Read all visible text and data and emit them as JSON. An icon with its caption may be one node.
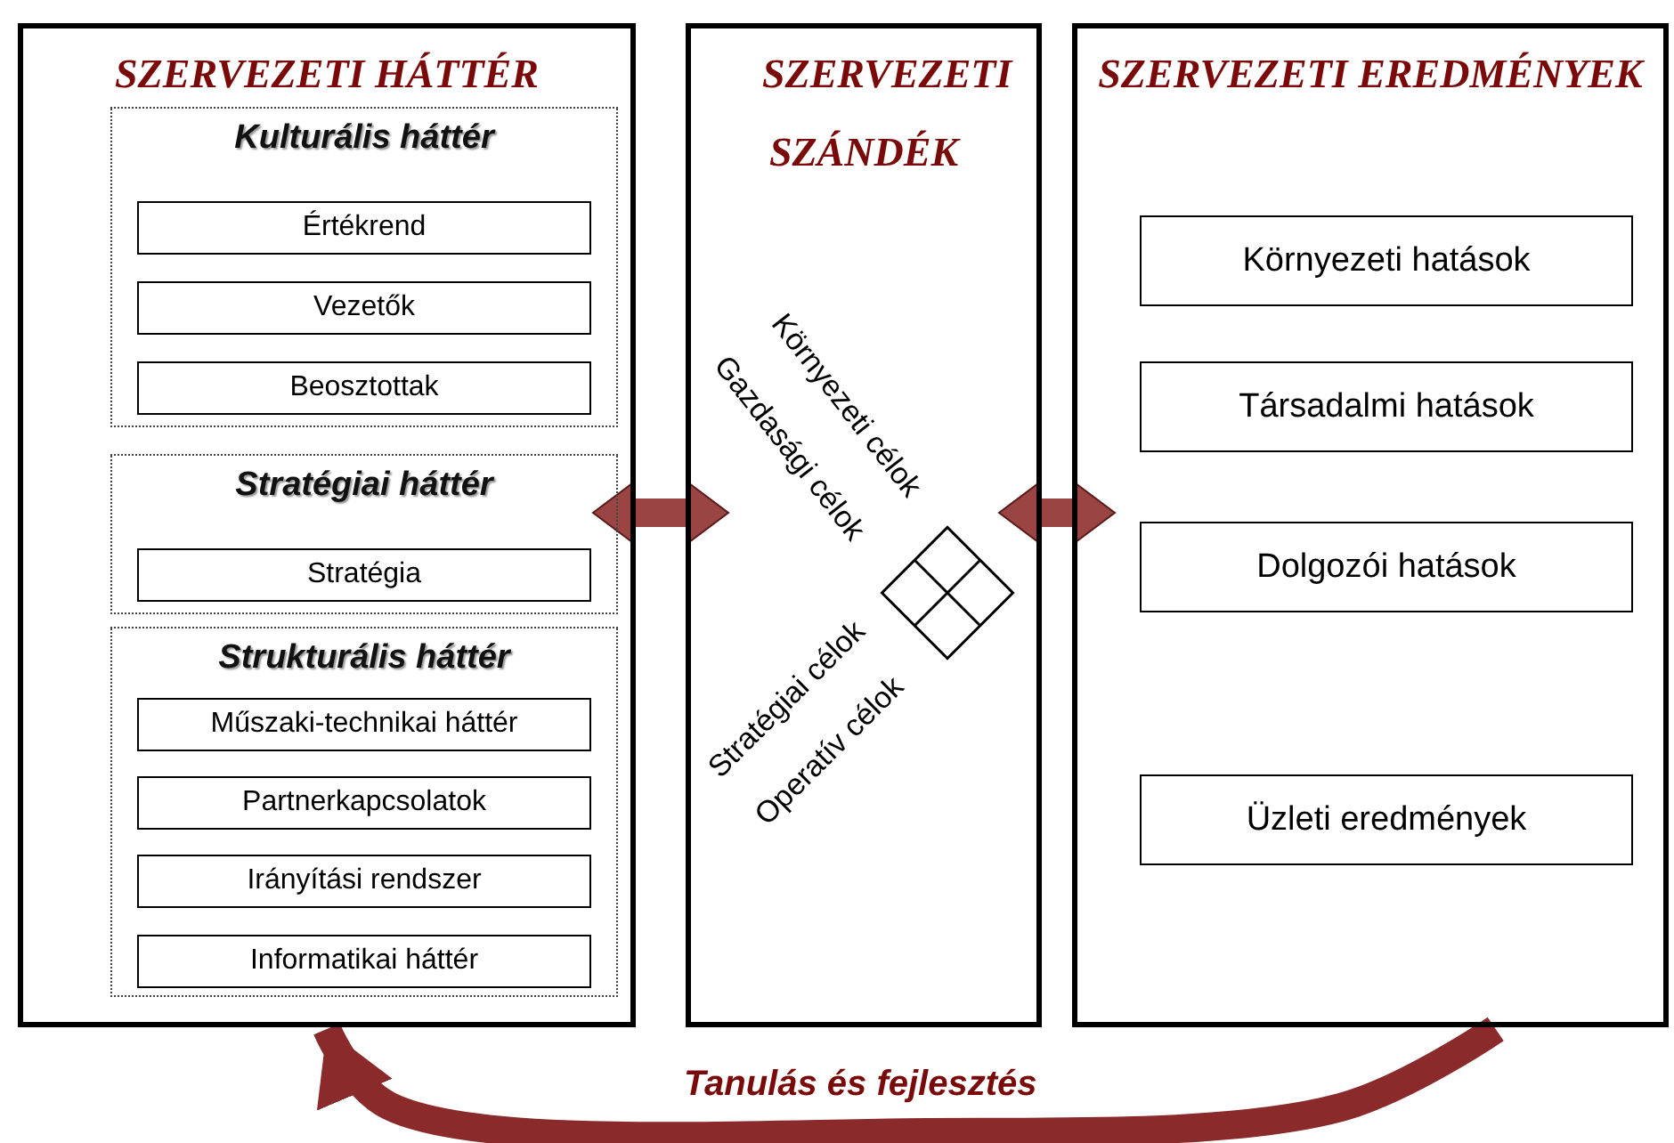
{
  "diagram": {
    "nodes": [
      {
        "text": [
          "SZERVEZETI HÁTTÉR"
        ]
      },
      {
        "text": [
          "Kulturális háttér"
        ],
        "in": 0
      },
      {
        "text": [
          "Értékrend"
        ],
        "in": 1
      },
      {
        "text": [
          "Vezetők"
        ],
        "in": 1
      },
      {
        "text": [
          "Beosztottak"
        ],
        "in": 1
      },
      {
        "text": [
          "Stratégiai háttér"
        ],
        "in": 0
      },
      {
        "text": [
          "Stratégia"
        ],
        "in": 5
      },
      {
        "text": [
          "Strukturális háttér"
        ],
        "in": 0
      },
      {
        "text": [
          "Műszaki-technikai háttér"
        ],
        "in": 7
      },
      {
        "text": [
          "Partnerkapcsolatok"
        ],
        "in": 7
      },
      {
        "text": [
          "Irányítási rendszer"
        ],
        "in": 7
      },
      {
        "text": [
          "Informatikai háttér"
        ],
        "in": 7
      },
      {
        "text": [
          "SZERVEZETI SZÁNDÉK"
        ]
      },
      {
        "text": [
          "SZERVEZETI EREDMÉNYEK"
        ]
      },
      {
        "text": [
          "Környezeti hatások"
        ],
        "in": 13
      },
      {
        "text": [
          "Társadalmi hatások"
        ],
        "in": 13
      },
      {
        "text": [
          "Dolgozói hatások"
        ],
        "in": 13
      },
      {
        "text": [
          "Üzleti eredmények"
        ],
        "in": 13
      }
    ],
    "edges": [
      {
        "from": 0,
        "to": 12,
        "arrow": "both"
      },
      {
        "from": 12,
        "to": 13,
        "arrow": "both"
      },
      {
        "from": 13,
        "to": 0,
        "arrow": "to",
        "label": "Tanulás és fejlesztés"
      }
    ],
    "labels": [
      "Környezeti célok",
      "Gazdasági célok",
      "Stratégiai célok",
      "Operatív célok"
    ]
  }
}
